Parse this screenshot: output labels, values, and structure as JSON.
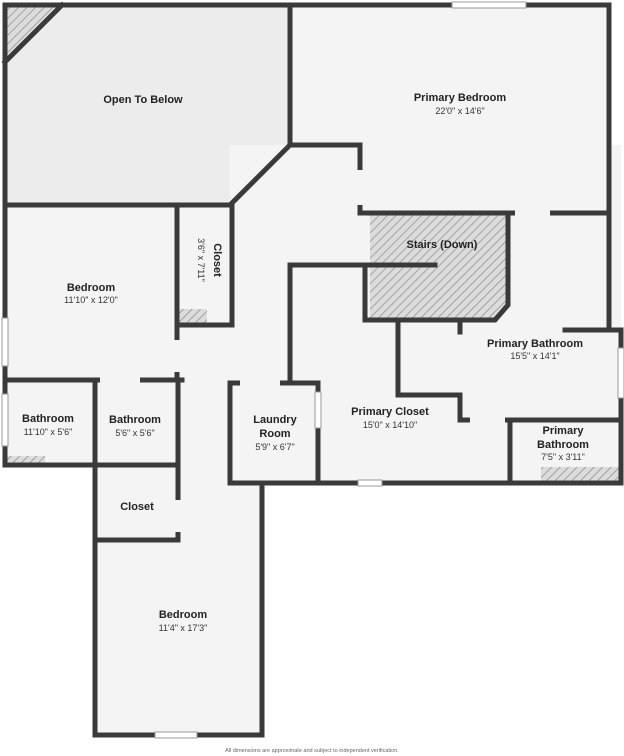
{
  "rooms": {
    "open_to_below": {
      "name": "Open To Below"
    },
    "primary_bedroom": {
      "name": "Primary Bedroom",
      "dims": "22'0\" x 14'6\""
    },
    "stairs": {
      "name": "Stairs (Down)"
    },
    "closet_small": {
      "name": "Closet",
      "dims": "3'6\" x 7'11\""
    },
    "bedroom_1": {
      "name": "Bedroom",
      "dims": "11'10\" x 12'0\""
    },
    "primary_bathroom": {
      "name": "Primary Bathroom",
      "dims": "15'5\" x 14'1\""
    },
    "bathroom_1": {
      "name": "Bathroom",
      "dims": "11'10\" x 5'6\""
    },
    "bathroom_2": {
      "name": "Bathroom",
      "dims": "5'6\" x 5'6\""
    },
    "laundry": {
      "name_line1": "Laundry",
      "name_line2": "Room",
      "dims": "5'9\" x 6'7\""
    },
    "primary_closet": {
      "name": "Primary Closet",
      "dims": "15'0\" x 14'10\""
    },
    "primary_bathroom_2": {
      "name_line1": "Primary",
      "name_line2": "Bathroom",
      "dims": "7'5\" x 3'11\""
    },
    "closet_hall": {
      "name": "Closet"
    },
    "bedroom_2": {
      "name": "Bedroom",
      "dims": "11'4\" x 17'3\""
    }
  },
  "footer": "All dimensions are approximate and subject to independent verification."
}
